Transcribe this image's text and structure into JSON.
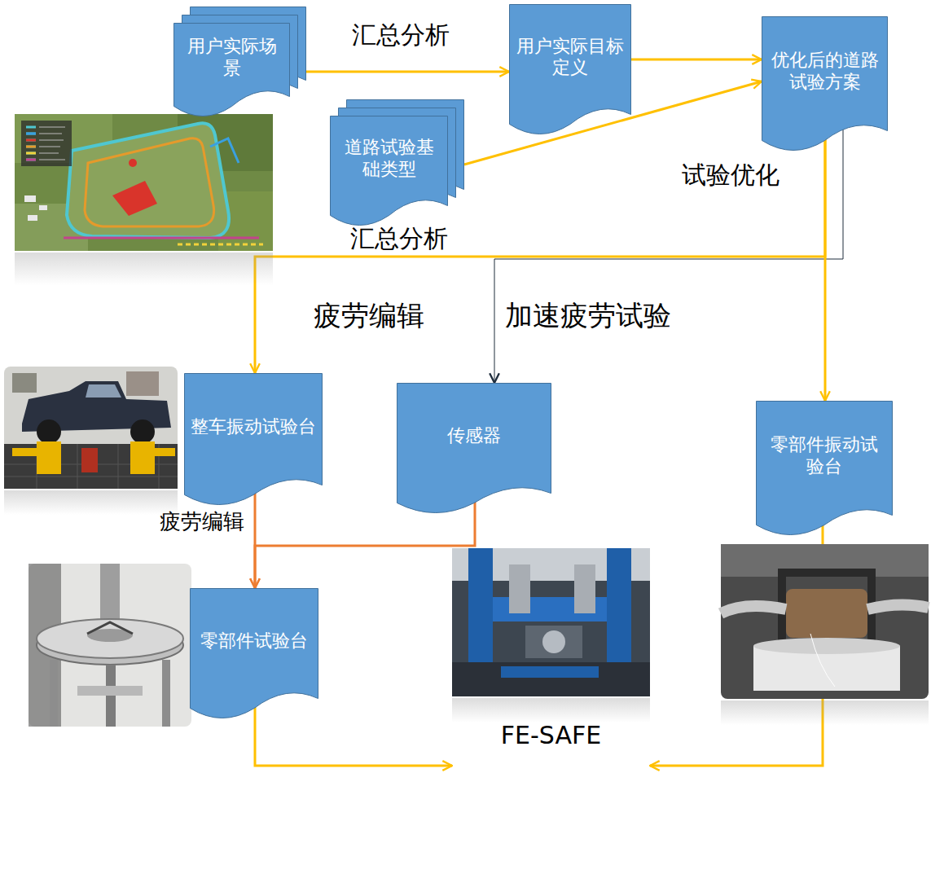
{
  "diagram": {
    "nodes": [
      {
        "text": [
          "用户实际场景"
        ]
      },
      {
        "text": [
          "用户实际目标定义"
        ]
      },
      {
        "text": [
          "优化后的道路试验方案"
        ]
      },
      {
        "text": [
          "道路试验基础类型"
        ]
      },
      {
        "text": [
          "整车振动试验台"
        ]
      },
      {
        "text": [
          "传感器"
        ]
      },
      {
        "text": [
          "零部件振动试验台"
        ]
      },
      {
        "text": [
          "零部件试验台"
        ]
      },
      {
        "text": [
          "FE-SAFE"
        ]
      }
    ],
    "edges": [
      {
        "from": 0,
        "to": 1,
        "label": "汇总分析",
        "arrow": "to"
      },
      {
        "from": 1,
        "to": 2,
        "arrow": "to"
      },
      {
        "from": 3,
        "to": 2,
        "arrow": "to"
      },
      {
        "from": 2,
        "to": 4,
        "label": "疲劳编辑",
        "arrow": "to"
      },
      {
        "from": 2,
        "to": 5,
        "label": "加速疲劳试验",
        "arrow": "to"
      },
      {
        "from": 2,
        "to": 6,
        "label": "试验优化",
        "arrow": "to"
      },
      {
        "from": 4,
        "to": 7,
        "label": "疲劳编辑",
        "arrow": "to"
      },
      {
        "from": 5,
        "to": 7,
        "arrow": "to"
      },
      {
        "from": 7,
        "to": 8,
        "arrow": "to"
      },
      {
        "from": 6,
        "to": 8,
        "arrow": "to"
      }
    ],
    "labels": [
      "汇总分析"
    ]
  }
}
